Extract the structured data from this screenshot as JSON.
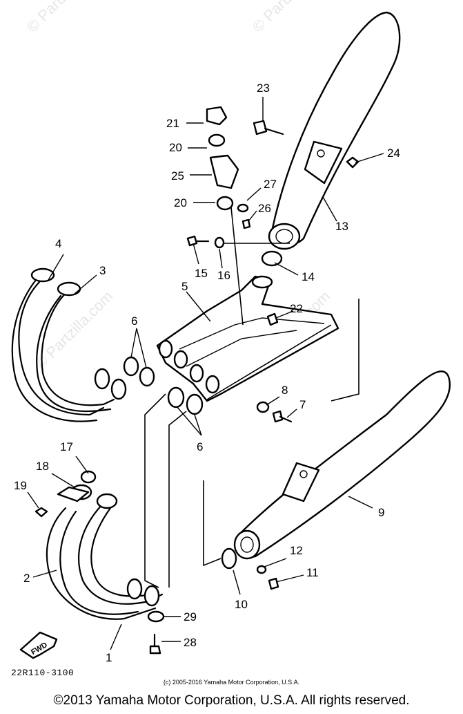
{
  "watermark": "© Partzilla.com",
  "part_numbers": [
    "1",
    "2",
    "3",
    "4",
    "5",
    "6",
    "6",
    "7",
    "8",
    "9",
    "10",
    "11",
    "12",
    "13",
    "14",
    "15",
    "16",
    "17",
    "18",
    "19",
    "20",
    "20",
    "21",
    "22",
    "23",
    "24",
    "25",
    "26",
    "27",
    "28",
    "29"
  ],
  "fwd_label": "FWD",
  "diagram_code": "22R110-3100",
  "small_copyright": "(c) 2005-2016 Yamaha Motor Corporation, U.S.A.",
  "main_copyright": "©2013 Yamaha Motor Corporation, U.S.A. All rights reserved."
}
